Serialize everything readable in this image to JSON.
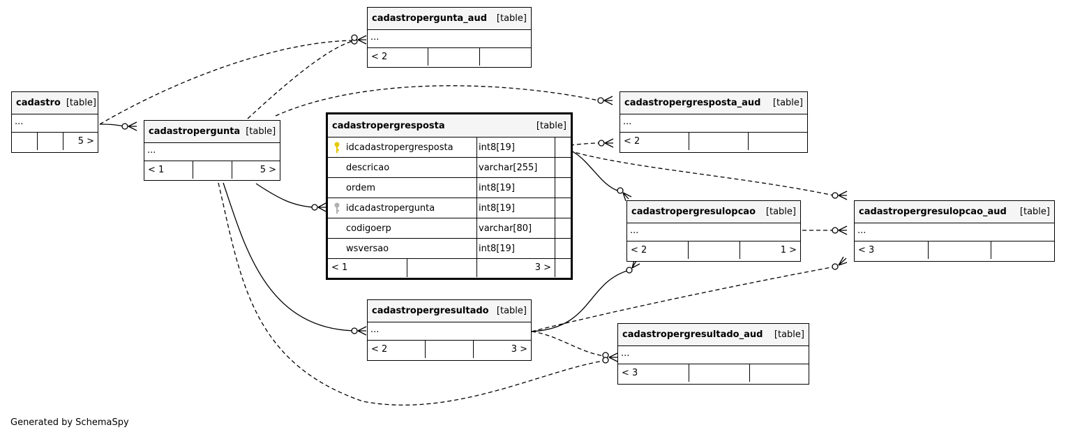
{
  "footer": "Generated by SchemaSpy",
  "colors": {
    "primary_key": "#e6c800",
    "foreign_key": "#b0b0b0",
    "header_bg": "#f5f5f5"
  },
  "tables": {
    "cadastropergunta_aud": {
      "name": "cadastropergunta_aud",
      "type": "[table]",
      "ellipsis": "...",
      "footer": [
        "< 2",
        "",
        ""
      ]
    },
    "cadastro": {
      "name": "cadastro",
      "type": "[table]",
      "ellipsis": "...",
      "footer": [
        "",
        "",
        "5 >"
      ]
    },
    "cadastropergunta": {
      "name": "cadastropergunta",
      "type": "[table]",
      "ellipsis": "...",
      "footer": [
        "< 1",
        "",
        "5 >"
      ]
    },
    "cadastropergresposta_aud": {
      "name": "cadastropergresposta_aud",
      "type": "[table]",
      "ellipsis": "...",
      "footer": [
        "< 2",
        "",
        ""
      ]
    },
    "cadastropergresulopcao": {
      "name": "cadastropergresulopcao",
      "type": "[table]",
      "ellipsis": "...",
      "footer": [
        "< 2",
        "",
        "1 >"
      ]
    },
    "cadastropergresulopcao_aud": {
      "name": "cadastropergresulopcao_aud",
      "type": "[table]",
      "ellipsis": "...",
      "footer": [
        "< 3",
        "",
        ""
      ]
    },
    "cadastropergresultado": {
      "name": "cadastropergresultado",
      "type": "[table]",
      "ellipsis": "...",
      "footer": [
        "< 2",
        "",
        "3 >"
      ]
    },
    "cadastropergresultado_aud": {
      "name": "cadastropergresultado_aud",
      "type": "[table]",
      "ellipsis": "...",
      "footer": [
        "< 3",
        "",
        ""
      ]
    },
    "cadastropergresposta": {
      "name": "cadastropergresposta",
      "type": "[table]",
      "columns": [
        {
          "name": "idcadastropergresposta",
          "type": "int8[19]",
          "key": "primary"
        },
        {
          "name": "descricao",
          "type": "varchar[255]",
          "key": ""
        },
        {
          "name": "ordem",
          "type": "int8[19]",
          "key": ""
        },
        {
          "name": "idcadastropergunta",
          "type": "int8[19]",
          "key": "foreign"
        },
        {
          "name": "codigoerp",
          "type": "varchar[80]",
          "key": ""
        },
        {
          "name": "wsversao",
          "type": "int8[19]",
          "key": ""
        }
      ],
      "footer": [
        "< 1",
        "",
        "3 >"
      ]
    }
  }
}
